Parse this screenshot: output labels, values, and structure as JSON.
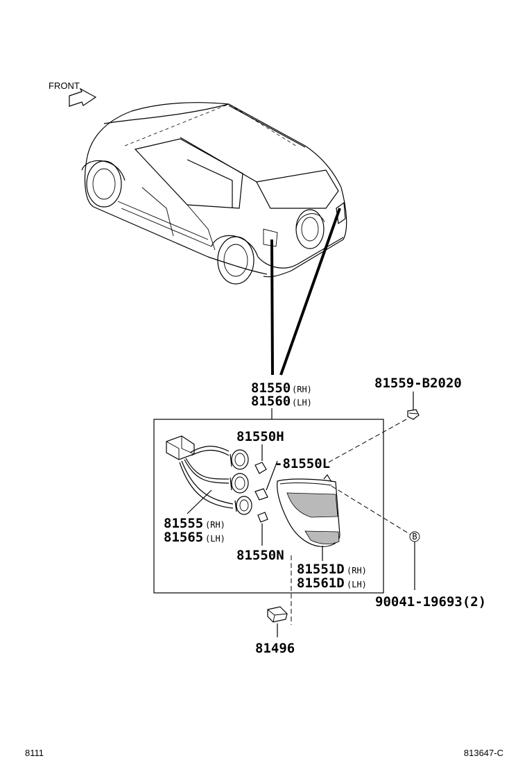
{
  "front_label": "FRONT",
  "parts": {
    "tail_lamp_rh": "81550",
    "tail_lamp_rh_side": "(RH)",
    "tail_lamp_lh": "81560",
    "tail_lamp_lh_side": "(LH)",
    "screw": "81559-B2020",
    "bulb_h": "81550H",
    "bulb_l": "-81550L",
    "socket_rh": "81555",
    "socket_rh_side": "(RH)",
    "socket_lh": "81565",
    "socket_lh_side": "(LH)",
    "bulb_n": "81550N",
    "lens_rh": "81551D",
    "lens_rh_side": "(RH)",
    "lens_lh": "81561D",
    "lens_lh_side": "(LH)",
    "nut": "90041-19693(2)",
    "clip": "81496"
  },
  "callout_b": "B",
  "footer": {
    "left": "8111",
    "right": "813647-C"
  }
}
